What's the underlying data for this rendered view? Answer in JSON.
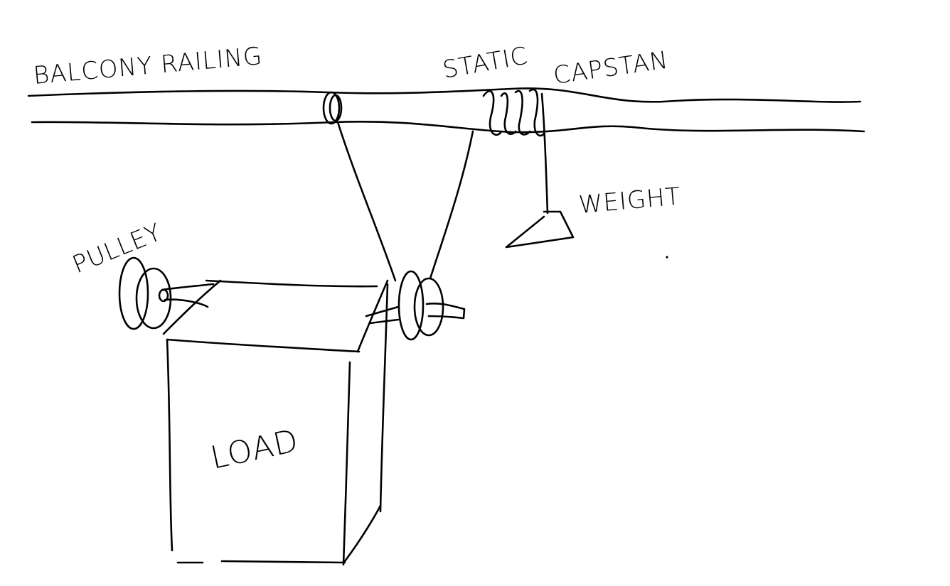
{
  "diagram": {
    "labels": {
      "railing": "BALCONY RAILING",
      "static": "STATIC",
      "capstan": "CAPSTAN",
      "weight": "WEIGHT",
      "pulley": "PULLEY",
      "load": "LOAD"
    },
    "colors": {
      "ink": "#000000",
      "background": "#ffffff"
    }
  }
}
